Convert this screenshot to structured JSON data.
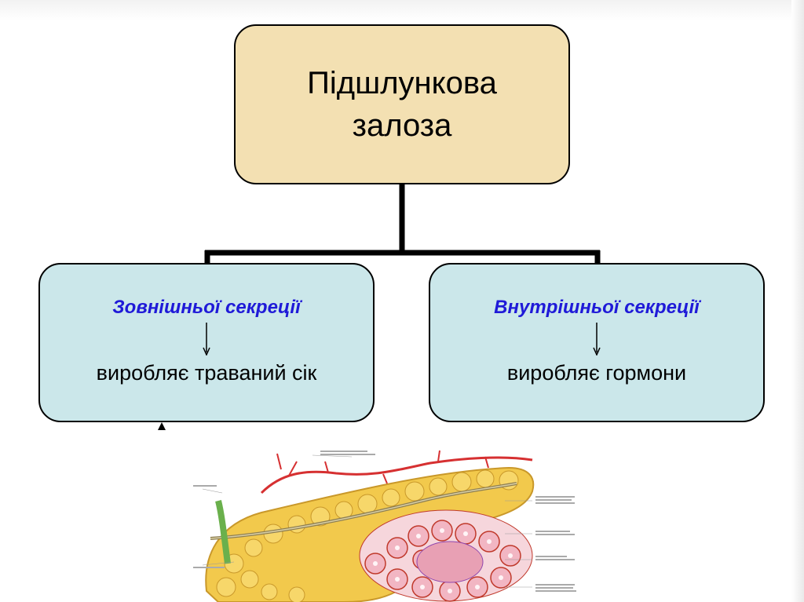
{
  "root": {
    "line1": "Підшлункова",
    "line2": "залоза"
  },
  "branches": [
    {
      "title": "Зовнішньої секреції",
      "description": "виробляє траваний сік"
    },
    {
      "title": "Внутрішньої секреції",
      "description": "виробляє гормони"
    }
  ],
  "colors": {
    "root_fill": "#f3e0b2",
    "branch_fill": "#cbe7ea",
    "branch_title": "#1f1ad8"
  },
  "illustration": {
    "subject": "pancreas anatomical drawing"
  }
}
